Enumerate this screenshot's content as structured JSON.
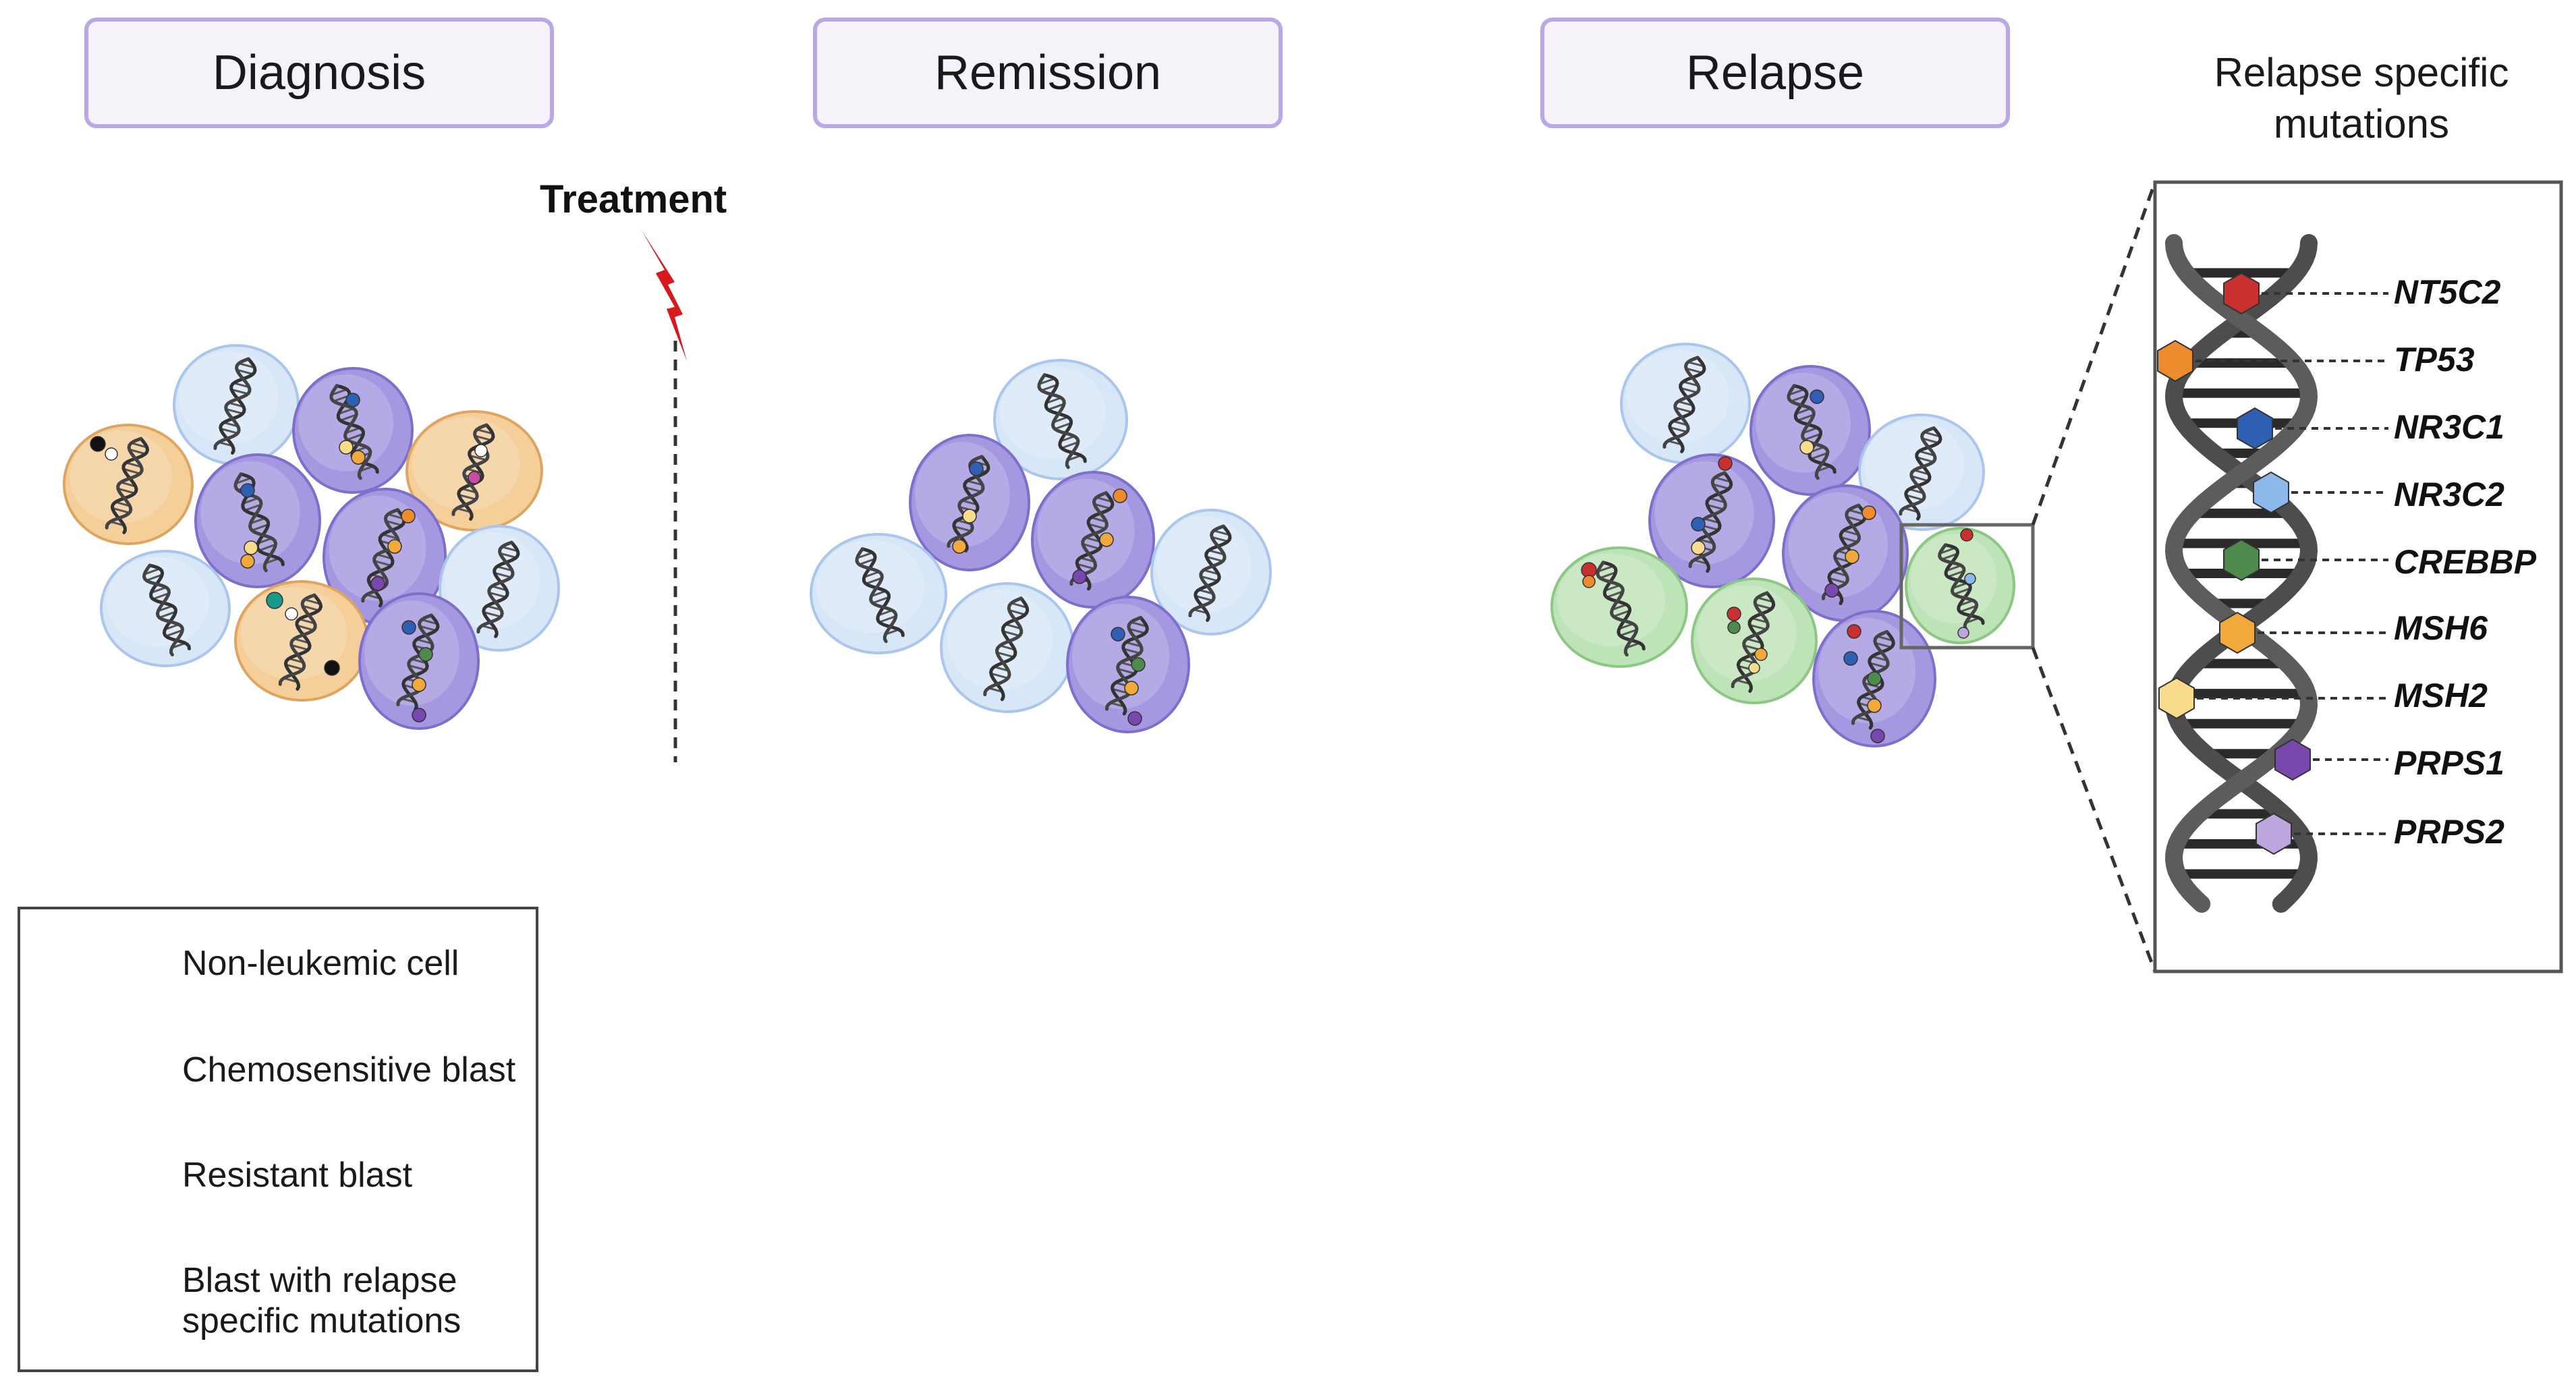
{
  "phases": {
    "diagnosis": "Diagnosis",
    "remission": "Remission",
    "relapse": "Relapse"
  },
  "treatment_label": "Treatment",
  "mutations_panel": {
    "title_line1": "Relapse specific",
    "title_line2": "mutations",
    "genes": [
      {
        "name": "NT5C2",
        "color": "#c8312f"
      },
      {
        "name": "TP53",
        "color": "#ee8c2d"
      },
      {
        "name": "NR3C1",
        "color": "#2f5fb3"
      },
      {
        "name": "NR3C2",
        "color": "#8db8ea"
      },
      {
        "name": "CREBBP",
        "color": "#4e8a4c"
      },
      {
        "name": "MSH6",
        "color": "#f2a93b"
      },
      {
        "name": "MSH2",
        "color": "#f8dc8c"
      },
      {
        "name": "PRPS1",
        "color": "#7848ae"
      },
      {
        "name": "PRPS2",
        "color": "#bea6de"
      }
    ]
  },
  "legend": {
    "items": [
      {
        "line1": "Non-leukemic cell",
        "line2": "",
        "type": "normal"
      },
      {
        "line1": "Chemosensitive blast",
        "line2": "",
        "type": "sensitive"
      },
      {
        "line1": "Resistant blast",
        "line2": "",
        "type": "resistant"
      },
      {
        "line1": "Blast with relapse",
        "line2": "specific mutations",
        "type": "relapse"
      }
    ]
  },
  "cell_colors": {
    "normal": {
      "fill": "#d8e7f8",
      "stroke": "#a9c6ec"
    },
    "sensitive": {
      "fill": "#f5cf9a",
      "stroke": "#dfa560"
    },
    "resistant": {
      "fill": "#a598e0",
      "stroke": "#7f6fcc"
    },
    "relapse": {
      "fill": "#bfe3b8",
      "stroke": "#8cc884"
    }
  },
  "arrow_color": "#d8181f"
}
